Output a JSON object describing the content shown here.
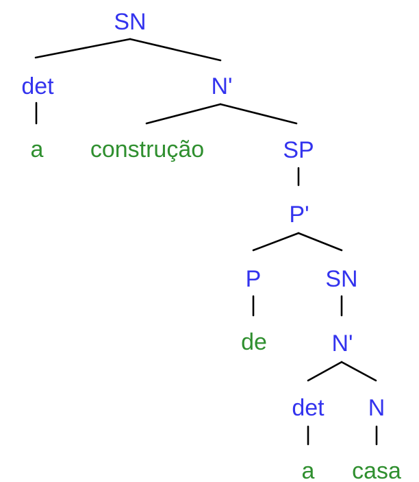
{
  "colors": {
    "category": "#3333ee",
    "word": "#2f8f2f",
    "edge": "#000000"
  },
  "tree": {
    "sn_root": "SN",
    "det_1": "det",
    "a_1": "a",
    "nbar_1": "N'",
    "construcao": "construção",
    "sp": "SP",
    "pbar": "P'",
    "p": "P",
    "de": "de",
    "sn_2": "SN",
    "nbar_2": "N'",
    "det_2": "det",
    "a_2": "a",
    "n": "N",
    "casa": "casa"
  }
}
